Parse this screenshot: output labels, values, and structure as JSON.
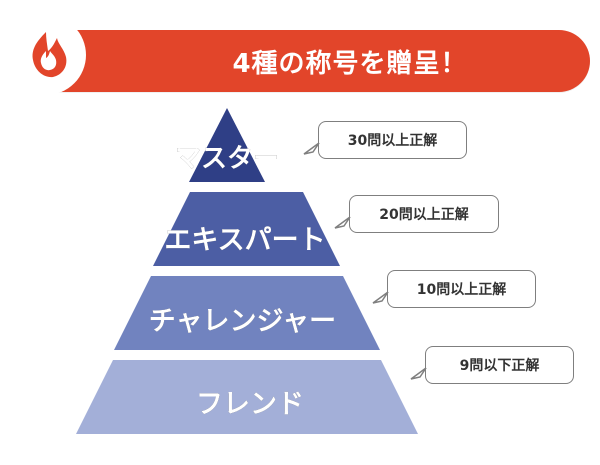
{
  "header": {
    "title": "4種の称号を贈呈！",
    "accent_color": "#e2452a",
    "icon": "fire-icon"
  },
  "tiers": [
    {
      "label": "マスター",
      "requirement": "30問以上正解",
      "color": "#2f3f86"
    },
    {
      "label": "エキスパート",
      "requirement": "20問以上正解",
      "color": "#4c5ea4"
    },
    {
      "label": "チャレンジャー",
      "requirement": "10問以上正解",
      "color": "#7183bf"
    },
    {
      "label": "フレンド",
      "requirement": "9問以下正解",
      "color": "#a3afd8"
    }
  ]
}
